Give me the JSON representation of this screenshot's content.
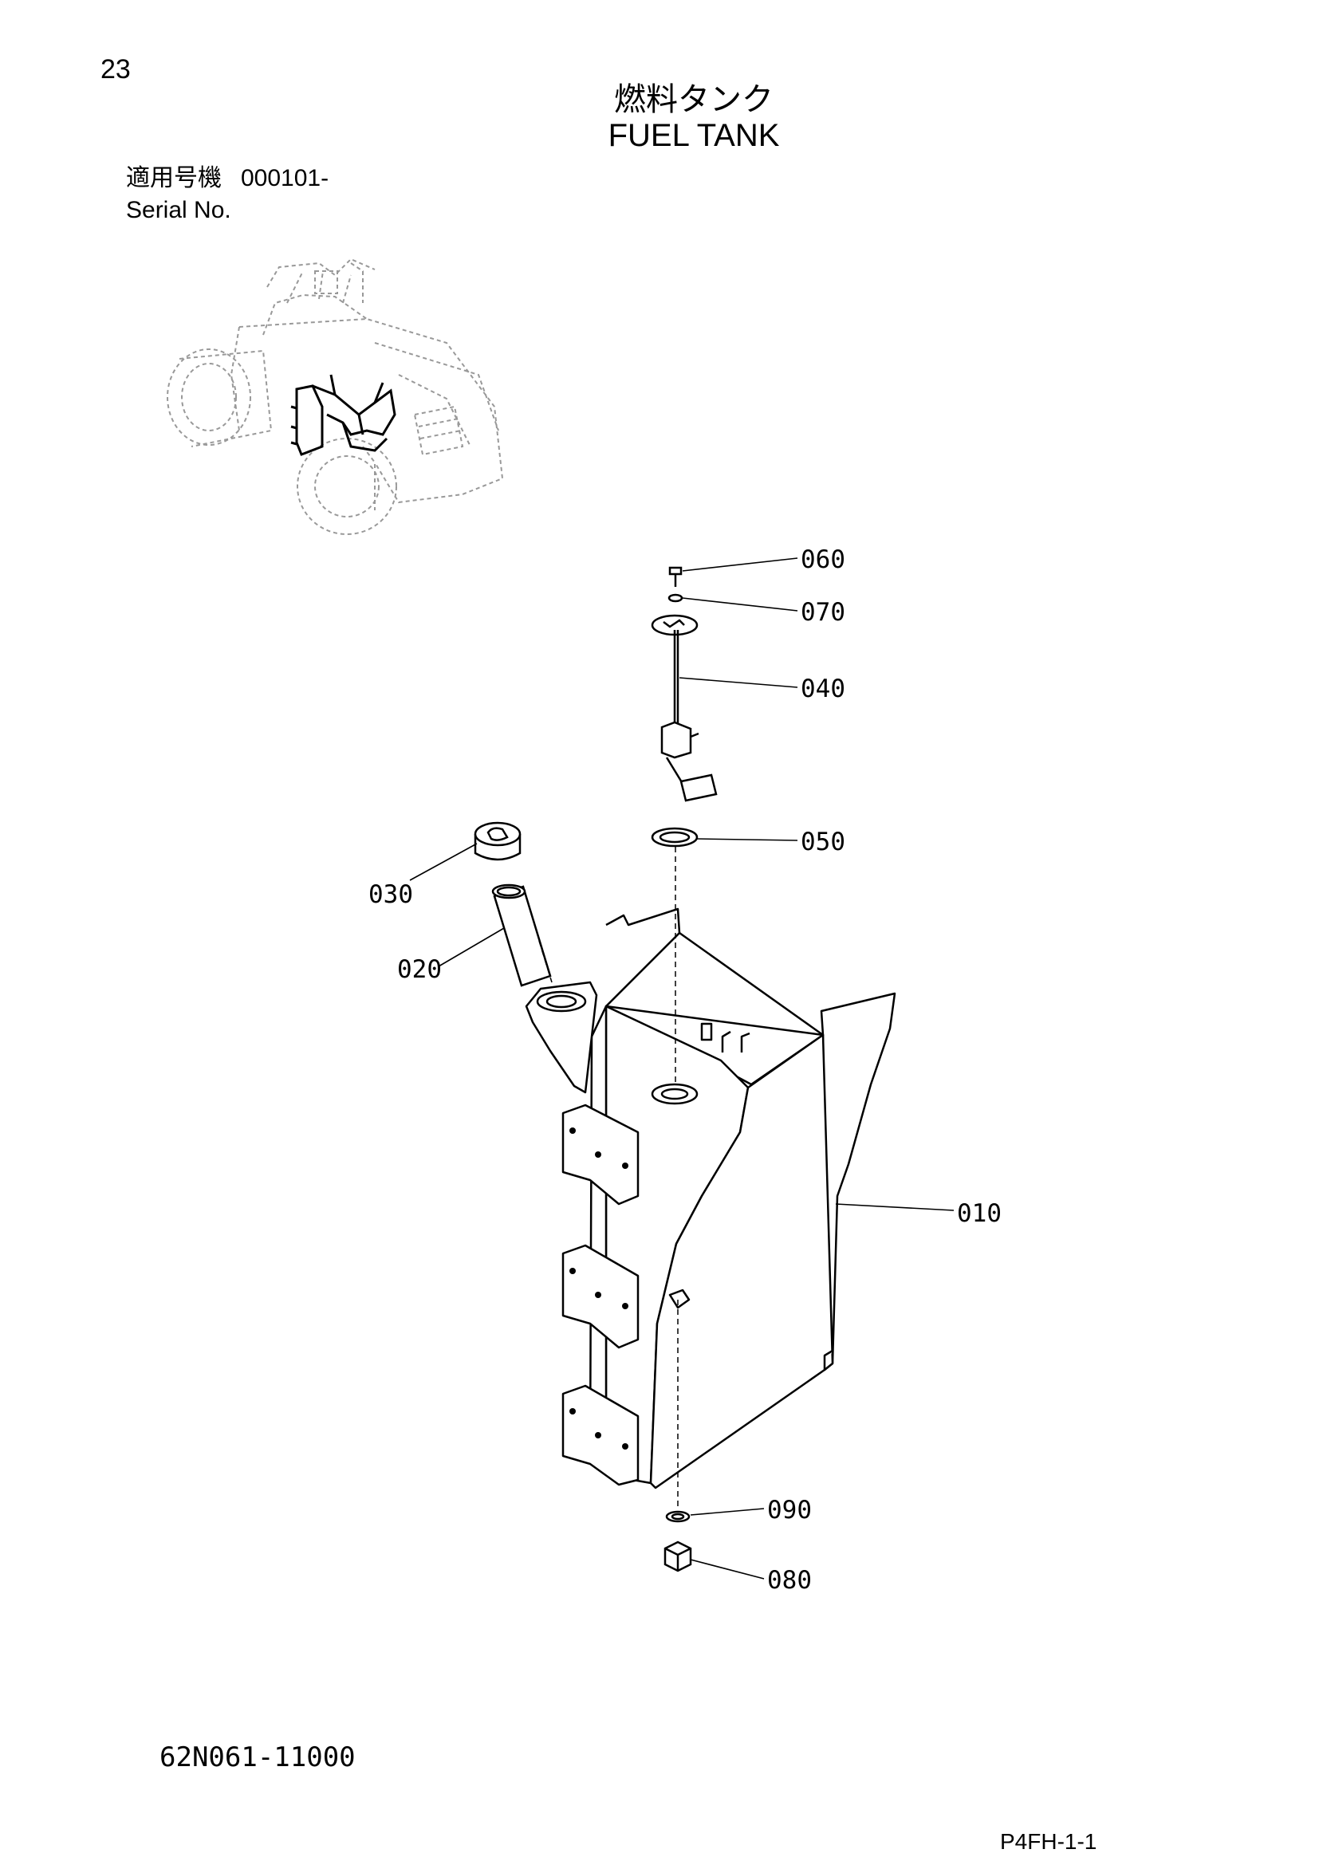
{
  "header": {
    "page_number": "23",
    "title_jp": "燃料タンク",
    "title_en": "FUEL TANK",
    "serial_label_jp": "適用号機",
    "serial_value": "000101-",
    "serial_label_en": "Serial No."
  },
  "callouts": [
    {
      "id": "060"
    },
    {
      "id": "070"
    },
    {
      "id": "040"
    },
    {
      "id": "050"
    },
    {
      "id": "030"
    },
    {
      "id": "020"
    },
    {
      "id": "010"
    },
    {
      "id": "090"
    },
    {
      "id": "080"
    }
  ],
  "footer": {
    "part_number": "62N061-11000",
    "page_code": "P4FH-1-1"
  }
}
